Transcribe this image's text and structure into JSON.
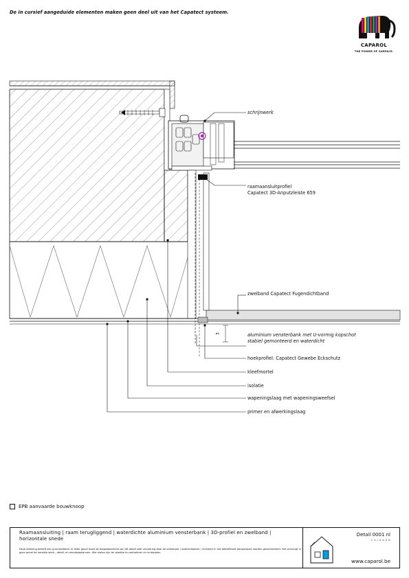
{
  "header": {
    "note": "De in cursief aangeduide elementen maken geen deel uit van het Capatect systeem."
  },
  "logo": {
    "name": "CAPAROL",
    "tagline": "THE POWER OF SURFACE."
  },
  "labels": {
    "schrijnwerk": "schrijnwerk",
    "raamaansluit_line1": "raamaansluitprofiel",
    "raamaansluit_line2": "Capatect 3D-Anputzleiste 659",
    "zwelband": "zwelband Capatect Fugendichtband",
    "vensterbank_line1": "aluminium vensterbank met U-vormig kopschot",
    "vensterbank_line2": "stabiel gemonteerd en waterdicht",
    "hoekprofiel": "hoekprofiel: Capatect Gewebe Eckschutz",
    "kleefmortel": "kleefmortel",
    "isolatie": "isolatie",
    "wapeningslaag": "wapeningslaag met wapeningsweefsel",
    "primer": "primer en afwerkingslaag",
    "dimension": "3"
  },
  "epb": {
    "label": "EPB aanvaarde bouwknoop"
  },
  "title_block": {
    "title": "Raamaansluiting | raam terugliggend | waterdichte aluminium vensterbank | 3D-profiel en zwelband | horizontale snede",
    "description": "Deze tekening betreft een principedetail. In ieder geval moet de toepasbaarheid van dit detail vóór uitvoering door de ontwerper / opdrachtgever / architect in het betreffende bouwproject worden gecontroleerd. Het vervangt in geen geval de vereiste werk-, detail- en montageplannen. Alle maten zijn ter plaatse te controleren en te bepalen.",
    "detail_no": "Detail 0001 nl",
    "date": "1 1 / 2 0 2 0",
    "website": "www.caparol.be"
  }
}
